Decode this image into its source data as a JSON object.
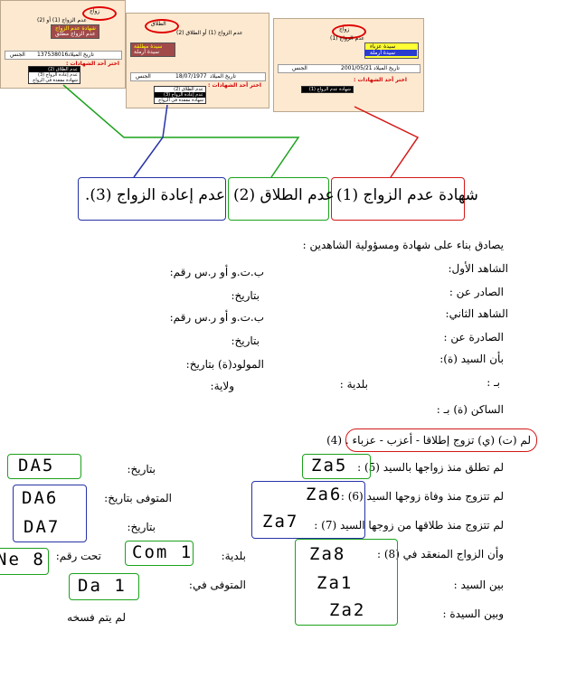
{
  "screenshots": {
    "left": {
      "badge": "زواج",
      "title": "عدم الزواج (1) أو (2)",
      "list": [
        "شهادة عدم الزواج",
        "عدم الزواج مطلق"
      ],
      "fields": [
        "137538016",
        "تاريخ الميلاد",
        "الجنس"
      ],
      "prompt": "اختر أحد الشهادات :",
      "dropdown": [
        "عدم الطلاق (2)",
        "عدم إعادة الزواج (3)",
        "شهادة مفقدة في الزواج"
      ]
    },
    "middle": {
      "badge": "الطلاق",
      "title": "عدم الزواج (1) أو الطلاق (2)",
      "list": [
        "سيدة مطلقة",
        "سيدة أرملة"
      ],
      "fields": [
        "18/07/1977",
        "تاريخ الميلاد",
        "الجنس"
      ],
      "prompt": "اختر أحد الشهادات :",
      "dropdown": [
        "عدم الطلاق (2)",
        "عدم إعادة الزواج (3)",
        "شهادة مفقدة في الزواج"
      ]
    },
    "right": {
      "badge": "زواج",
      "title": "عدم الزواج (1)",
      "list": [
        "سيدة عزباء",
        "سيدة أرملة"
      ],
      "fields": [
        "2001/05/21",
        "تاريخ الميلاد",
        "الجنس"
      ],
      "prompt": "اختر أحد الشهادات :",
      "dropdown": [
        "شهادة عدم الزواج (1)"
      ]
    }
  },
  "headings": {
    "h1": "شهادة عدم الزواج (1)",
    "h2": "عدم الطلاق (2)",
    "h3": "عدم إعادة الزواج (3)."
  },
  "form": {
    "intro": "يصادق بناء على شهادة ومسؤولية الشاهدين :",
    "witness1": "الشاهد الأول:",
    "witness1_id": "ب.ت.و أو ر.س رقم:",
    "issued1": "الصادر عن :",
    "date1": "بتاريخ:",
    "witness2": "الشاهد الثاني:",
    "witness2_id": "ب.ت.و أو ر.س رقم:",
    "issued2": "الصادرة عن :",
    "date2": "بتاريخ:",
    "mr": "بأن السيد (ة):",
    "born": "المولود(ة) بتاريخ:",
    "at": "بـ :",
    "municipality": "بلدية :",
    "wilaya": "ولاية:",
    "resident": "الساكن (ة) بـ :",
    "status": "لم (ت) (ي) تزوج إطلاقا - أعزب - عزباء . (4)",
    "l5": "لم تطلق منذ زواجها بالسيد (5) :",
    "l5_date": "بتاريخ:",
    "l6": "لم تتزوج منذ وفاة زوجها السيد (6) :",
    "l6_date": "المتوفى بتاريخ:",
    "l7": "لم تتزوج منذ طلاقها من زوجها السيد (7) :",
    "l7_date": "بتاريخ:",
    "l8": "وأن الزواج المنعقد في (8) :",
    "l8_muni": "بلدية:",
    "l8_num": "تحت رقم:",
    "between_mr": "بين السيد :",
    "died_at": "المتوفى في:",
    "between_mrs": "وبين السيدة :",
    "copy": "لم يتم فسخه"
  },
  "codes": {
    "DA5": "DA5",
    "DA6": "DA6",
    "DA7": "DA7",
    "Ne8": "Ne 8",
    "Com1": "Com 1",
    "Da1": "Da 1",
    "Za5": "Za5",
    "Za6": "Za6",
    "Za7": "Za7",
    "Za8": "Za8",
    "Za1": "Za1",
    "Za2": "Za2"
  },
  "colors": {
    "red": "#d41818",
    "green": "#1ca21c",
    "blue": "#2732a6"
  }
}
